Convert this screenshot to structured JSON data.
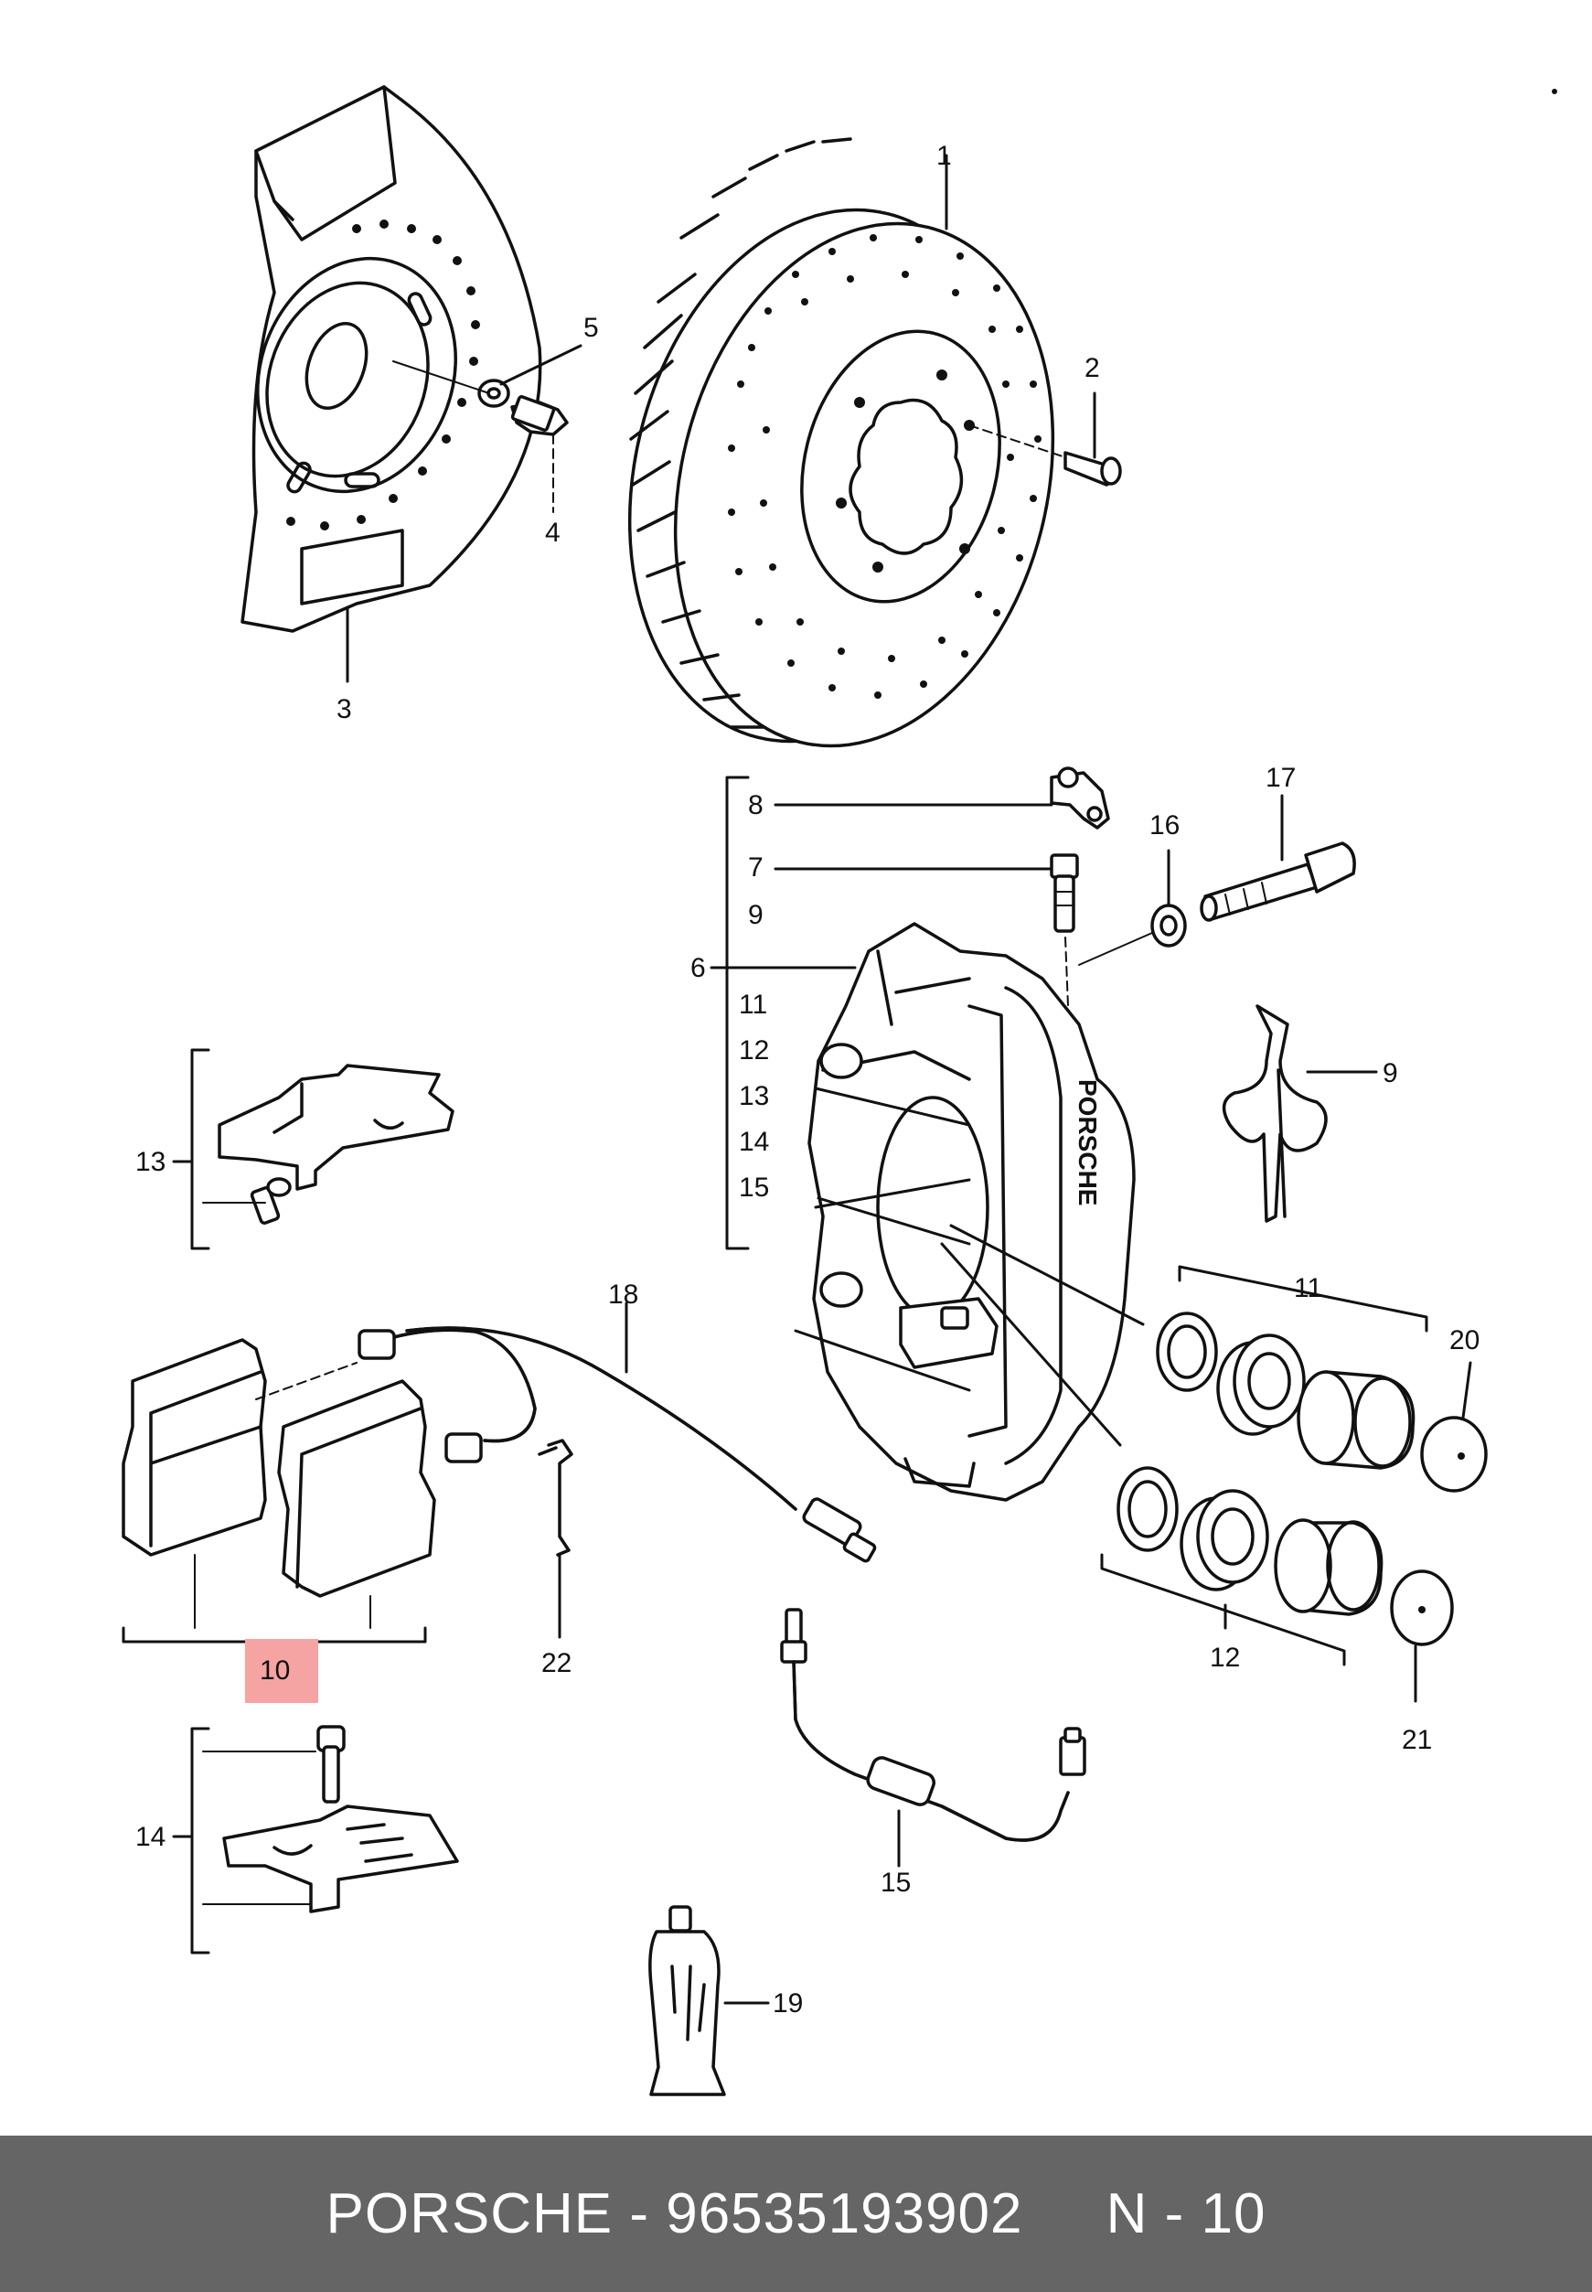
{
  "diagram": {
    "callouts": {
      "c1": "1",
      "c2": "2",
      "c3": "3",
      "c4": "4",
      "c5": "5",
      "c6": "6",
      "c7": "7",
      "c8": "8",
      "c9a": "9",
      "c9b": "9",
      "c10": "10",
      "c11a": "11",
      "c11b": "11",
      "c12a": "12",
      "c12b": "12",
      "c13a": "13",
      "c13b": "13",
      "c14a": "14",
      "c14b": "14",
      "c15a": "15",
      "c15b": "15",
      "c16": "16",
      "c17": "17",
      "c18": "18",
      "c19": "19",
      "c20": "20",
      "c21": "21",
      "c22": "22"
    },
    "caliper_brand": "PORSCHE",
    "highlight_color": "#f5a3a3"
  },
  "footer": {
    "brand": "PORSCHE",
    "separator": " - ",
    "part_number": "96535193902",
    "position_label": "N - 10",
    "background": "#656565",
    "text_color": "#ffffff"
  }
}
